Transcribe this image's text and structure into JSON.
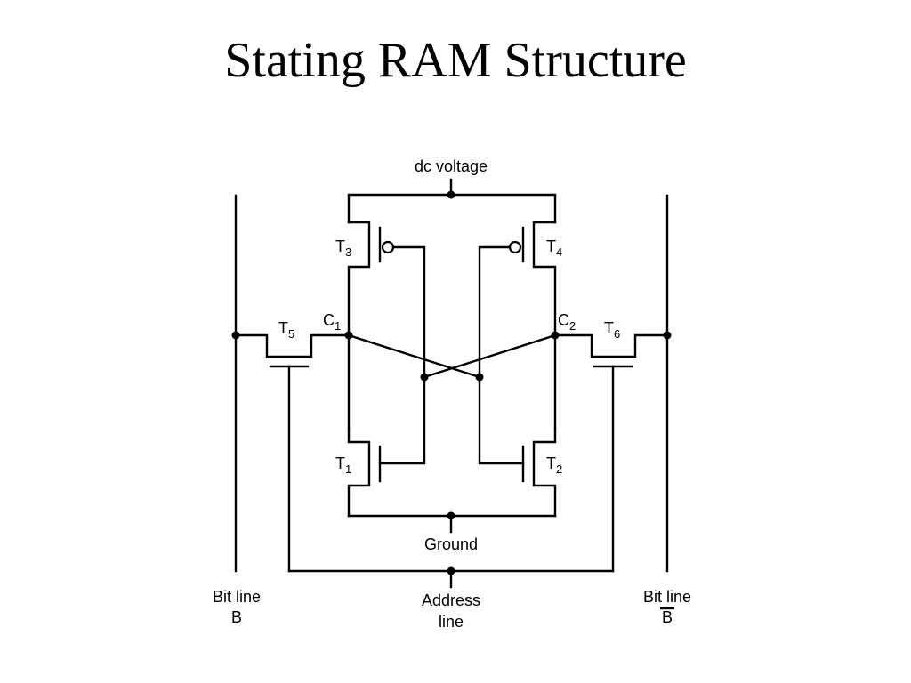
{
  "slide": {
    "title": "Stating RAM Structure"
  },
  "diagram": {
    "dc_voltage": "dc voltage",
    "ground": "Ground",
    "address_line_1": "Address",
    "address_line_2": "line",
    "bit_line_b_1": "Bit line",
    "bit_line_b_2": "B",
    "bit_line_bbar_1": "Bit line",
    "bit_line_bbar_2": "B",
    "t3": {
      "main": "T",
      "sub": "3"
    },
    "t4": {
      "main": "T",
      "sub": "4"
    },
    "t5": {
      "main": "T",
      "sub": "5"
    },
    "t6": {
      "main": "T",
      "sub": "6"
    },
    "t1": {
      "main": "T",
      "sub": "1"
    },
    "t2": {
      "main": "T",
      "sub": "2"
    },
    "c1": {
      "main": "C",
      "sub": "1"
    },
    "c2": {
      "main": "C",
      "sub": "2"
    }
  }
}
